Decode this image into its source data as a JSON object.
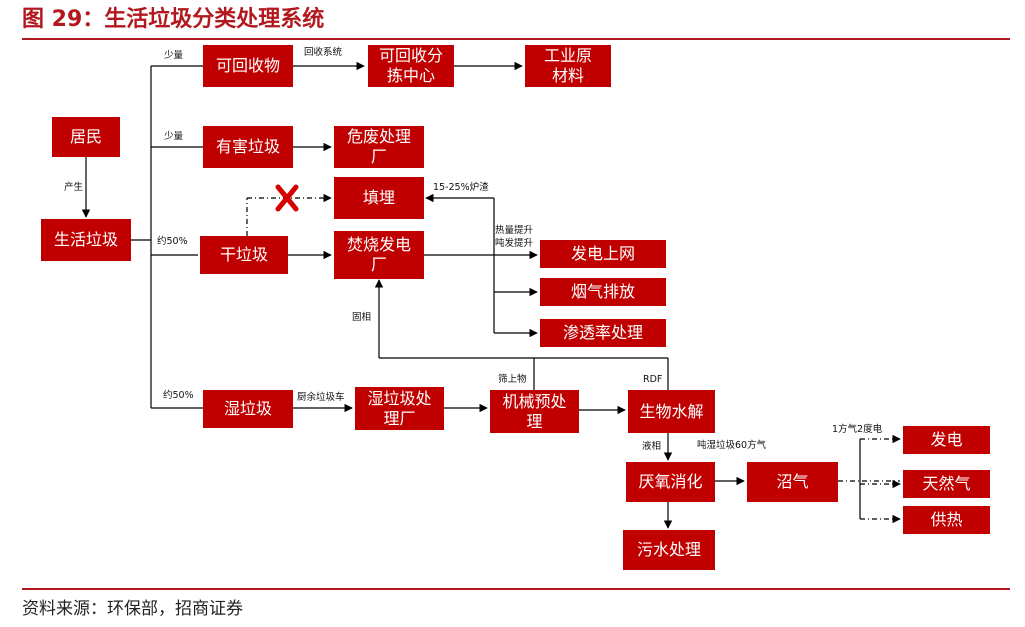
{
  "header": {
    "title": "图 29：生活垃圾分类处理系统"
  },
  "footer": {
    "source": "资料来源：环保部，招商证券"
  },
  "colors": {
    "brand_red": "#b2191f",
    "box_red": "#c00000"
  },
  "nodes": {
    "residents": "居民",
    "msw": "生活垃圾",
    "recyclable": "可回收物",
    "recycle_center": "可回收分拣中心",
    "industrial_material": "工业原材料",
    "hazardous": "有害垃圾",
    "hazardous_plant": "危废处理厂",
    "landfill": "填埋",
    "dry": "干垃圾",
    "incineration_plant": "焚烧发电厂",
    "grid_power": "发电上网",
    "flue_gas": "烟气排放",
    "leachate": "渗透率处理",
    "wet": "湿垃圾",
    "wet_plant": "湿垃圾处理厂",
    "mech_pretreat": "机械预处理",
    "hydrolysis": "生物水解",
    "anaerobic": "厌氧消化",
    "biogas": "沼气",
    "sewage": "污水处理",
    "power": "发电",
    "natural_gas": "天然气",
    "heating": "供热"
  },
  "labels": {
    "produce": "产生",
    "small_amount_1": "少量",
    "small_amount_2": "少量",
    "about_50_dry": "约50%",
    "about_50_wet": "约50%",
    "recycle_system": "回收系统",
    "slag": "15-25%炉渣",
    "heat_up": "热量提升",
    "ton_power_up": "吨发提升",
    "solid_phase": "固相",
    "kitchen_truck": "厨余垃圾车",
    "screenings": "筛上物",
    "rdf": "RDF",
    "liquid_phase": "液相",
    "ton_wet_60": "吨湿垃圾60方气",
    "gas_to_power": "1方气2度电"
  },
  "icons": {
    "landfill_blocked": "x-mark-icon"
  }
}
